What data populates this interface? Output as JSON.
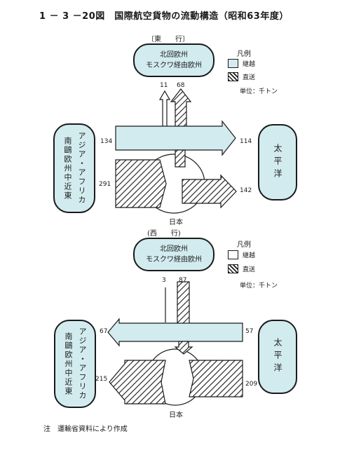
{
  "title": "1 － 3 －20図　国際航空貨物の流動構造（昭和63年度）",
  "legend": {
    "title": "凡例",
    "transit": "継越",
    "direct": "直送",
    "unit": "単位：千トン"
  },
  "colors": {
    "region_fill": "#d2ebef",
    "ink": "#1a1a1a"
  },
  "east": {
    "direction": "〔東　　行〕",
    "north": {
      "line1": "北回欧州",
      "line2": "モスクワ経由欧州"
    },
    "left_region": {
      "col1": "アジア・アフリカ",
      "col2": "南鷗欧州中近東"
    },
    "right_region": "太平洋",
    "japan": "日本",
    "values": {
      "up_transit": "11",
      "up_direct": "68",
      "left_transit": "134",
      "left_direct": "291",
      "right_transit": "114",
      "right_direct": "142"
    }
  },
  "west": {
    "direction": "(西　　行)",
    "north": {
      "line1": "北回欧州",
      "line2": "モスクワ経由欧州"
    },
    "left_region": {
      "col1": "アジア・アフリカ",
      "col2": "南鷗欧州中近東"
    },
    "right_region": "太平洋",
    "japan": "日本",
    "values": {
      "down_transit": "3",
      "down_direct": "87",
      "left_transit": "67",
      "left_direct": "215",
      "right_transit": "57",
      "right_direct": "209"
    }
  },
  "note": "注　運輸省資料により作成"
}
